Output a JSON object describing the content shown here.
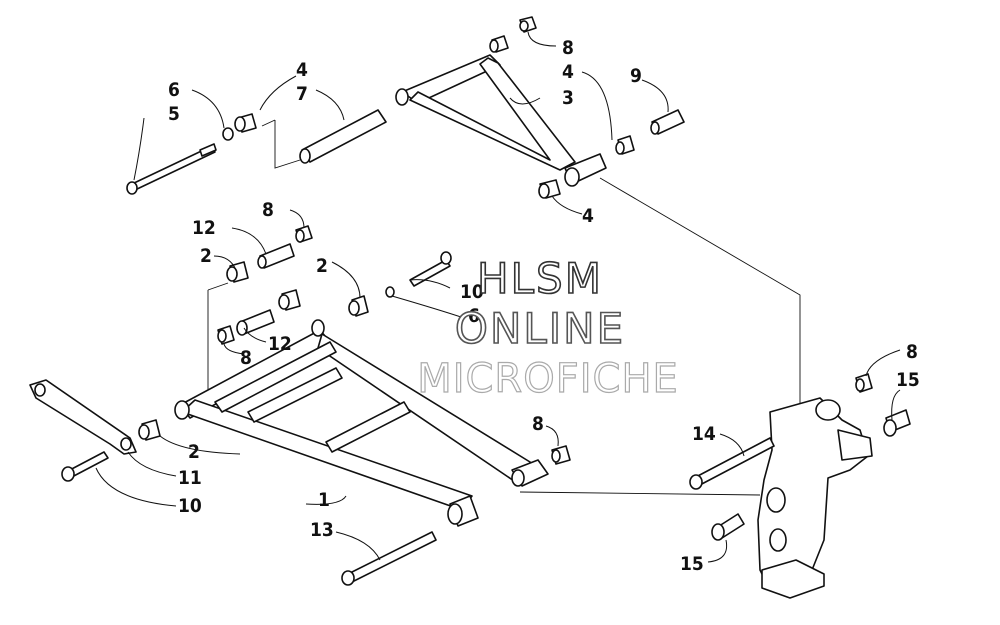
{
  "watermark": {
    "line1": "HLSM",
    "line2": "ONLINE",
    "line3": "MICROFICHE"
  },
  "callouts": [
    {
      "id": "c1",
      "label": "1"
    },
    {
      "id": "c2a",
      "label": "2"
    },
    {
      "id": "c2b",
      "label": "2"
    },
    {
      "id": "c2c",
      "label": "2"
    },
    {
      "id": "c3",
      "label": "3"
    },
    {
      "id": "c4a",
      "label": "4"
    },
    {
      "id": "c4b",
      "label": "4"
    },
    {
      "id": "c4c",
      "label": "4"
    },
    {
      "id": "c5",
      "label": "5"
    },
    {
      "id": "c6a",
      "label": "6"
    },
    {
      "id": "c6b",
      "label": "6"
    },
    {
      "id": "c7",
      "label": "7"
    },
    {
      "id": "c8a",
      "label": "8"
    },
    {
      "id": "c8b",
      "label": "8"
    },
    {
      "id": "c8c",
      "label": "8"
    },
    {
      "id": "c8d",
      "label": "8"
    },
    {
      "id": "c8e",
      "label": "8"
    },
    {
      "id": "c9",
      "label": "9"
    },
    {
      "id": "c10a",
      "label": "10"
    },
    {
      "id": "c10b",
      "label": "10"
    },
    {
      "id": "c11",
      "label": "11"
    },
    {
      "id": "c12a",
      "label": "12"
    },
    {
      "id": "c12b",
      "label": "12"
    },
    {
      "id": "c13",
      "label": "13"
    },
    {
      "id": "c14",
      "label": "14"
    },
    {
      "id": "c15a",
      "label": "15"
    },
    {
      "id": "c15b",
      "label": "15"
    }
  ]
}
